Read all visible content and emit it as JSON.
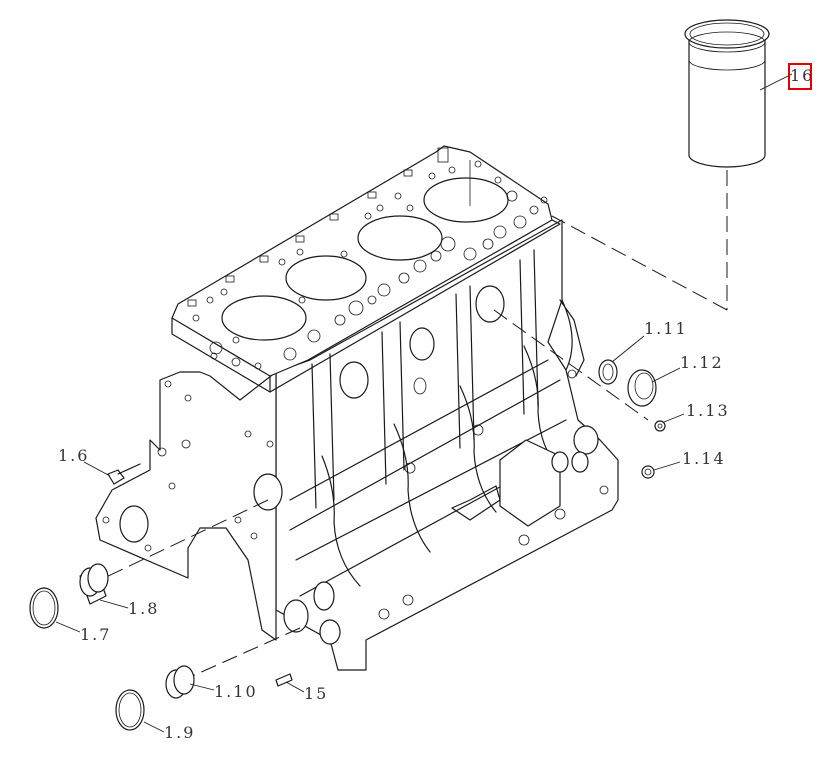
{
  "labels": {
    "p16": "16",
    "p1_11": "1.11",
    "p1_12": "1.12",
    "p1_13": "1.13",
    "p1_14": "1.14",
    "p1_6": "1.6",
    "p1_7": "1.7",
    "p1_8": "1.8",
    "p1_9": "1.9",
    "p1_10": "1.10",
    "p15": "15"
  },
  "highlight": {
    "target": "16",
    "color": "#e00000"
  }
}
